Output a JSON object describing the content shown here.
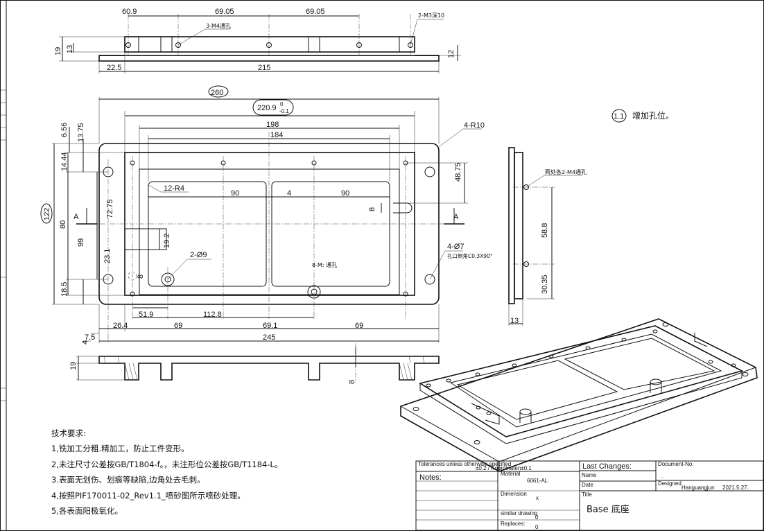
{
  "top_view": {
    "dims": [
      "60.9",
      "69.05",
      "69.05",
      "22.5",
      "215",
      "19",
      "13",
      "12"
    ],
    "callouts": {
      "m4": "3-M4通孔",
      "m3": "2-M3深10"
    }
  },
  "main_view": {
    "dims": {
      "d260": "260",
      "d220": "220.9",
      "tol_up": "0",
      "tol_dn": "-0.1",
      "d198": "198",
      "d184": "184",
      "d656": "6.56",
      "d1375": "13.75",
      "d1444": "14.44",
      "d7275": "72.75",
      "d122": "122",
      "d80": "80",
      "d99": "99",
      "d231": "23.1",
      "d185": "18.5",
      "d192": "19.2",
      "d8a": "8",
      "d8b": "8",
      "d4875": "48.75",
      "d90a": "90",
      "d4": "4",
      "d90b": "90",
      "d519": "51.9",
      "d1128": "112.8",
      "d264": "26.4",
      "d69a": "69",
      "d691": "69.1",
      "d69b": "69",
      "d75": "7.5",
      "d4b": "4",
      "d245": "245"
    },
    "callouts": {
      "r10": "4-R10",
      "r4": "12-R4",
      "phi9": "2-Ø9",
      "phi7": "4-Ø7",
      "chamfer": "孔口倒角C0.3X90°",
      "m8": "8-M: 通孔"
    },
    "section_a": "A"
  },
  "section_view": {
    "dims": [
      "19",
      "8"
    ]
  },
  "side_view": {
    "dims": [
      "58.8",
      "30.35",
      "13"
    ],
    "callout": "两处各2-M4通孔"
  },
  "revision_note": {
    "marker": "1.1",
    "text": "增加孔位。"
  },
  "tech_notes": {
    "title": "技术要求:",
    "items": [
      "1,铣加工分粗.精加工，防止工件变形。",
      "2,未注尺寸公差按GB/T1804-f。，未注形位公差按GB/T1184-L。",
      "3.表面无划伤、划痕等缺陷,边角处去毛刺。",
      "4,按照PIF170011-02_Rev1.1_喷砂图所示喷砂处理。",
      "5,各表面阳极氧化。"
    ]
  },
  "title_block": {
    "tolerances_label": "Tolerances unless otherwise specified",
    "tolerances_value": "±0.2 / Koordinaten±0.1",
    "notes_label": "Notes:",
    "material_label": "Material",
    "material_value": "6061-AL",
    "dimension_label": "Dimension",
    "dimension_value": "x",
    "similar_label": "similar drawing",
    "similar_value": "0",
    "replaces_label": "Replaces:",
    "replaces_value": "0",
    "last_changes_label": "Last Changes:",
    "name_label": "Name",
    "date_label": "Date",
    "title_label": "Title",
    "title_value": "Base 底座",
    "document_label": "Document-No.",
    "document_value": ".",
    "designed_label": "Designed",
    "designer": "Hanguangjun",
    "design_date": "2021.5.27."
  }
}
